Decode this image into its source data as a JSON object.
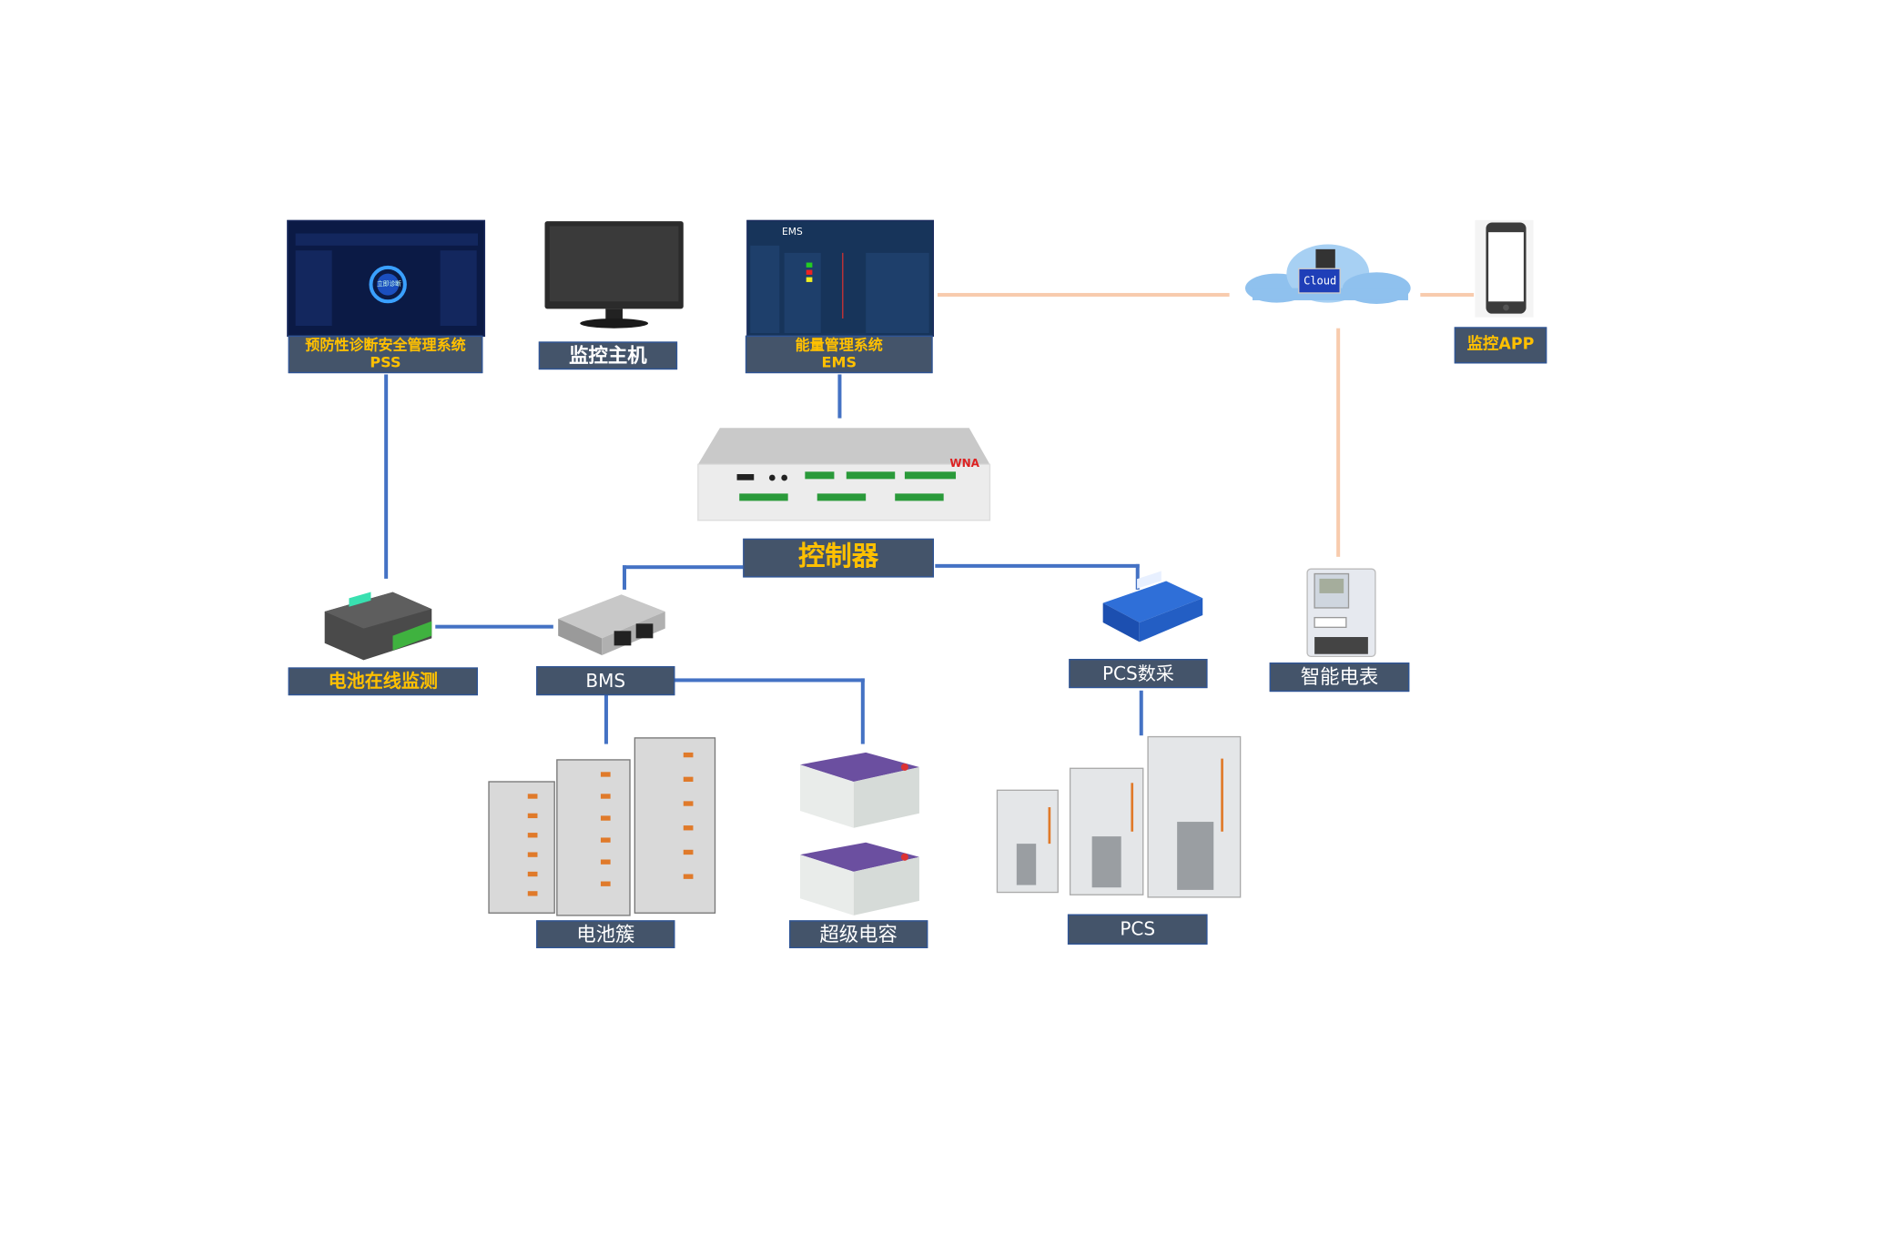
{
  "nodes": {
    "pss": {
      "line1": "预防性诊断安全管理系统",
      "line2": "PSS",
      "screen_button": "立即诊断"
    },
    "monitor_host": {
      "label": "监控主机"
    },
    "ems": {
      "line1": "能量管理系统",
      "line2": "EMS",
      "screen_title": "EMS"
    },
    "cloud": {
      "text": "Cloud"
    },
    "app": {
      "label": "监控APP"
    },
    "controller": {
      "label": "控制器",
      "brand": "WNA"
    },
    "battery_monitor": {
      "label": "电池在线监测"
    },
    "bms": {
      "label": "BMS"
    },
    "pcs_daq": {
      "label": "PCS数采"
    },
    "meter": {
      "label": "智能电表"
    },
    "battery_cluster": {
      "label": "电池簇"
    },
    "supercap": {
      "label": "超级电容"
    },
    "pcs": {
      "label": "PCS"
    }
  },
  "colors": {
    "label_bg": "#44546a",
    "label_border": "#2f5597",
    "accent_text": "#ffc000",
    "wired_link": "#4472c4",
    "cloud_link": "#f8cbad"
  }
}
